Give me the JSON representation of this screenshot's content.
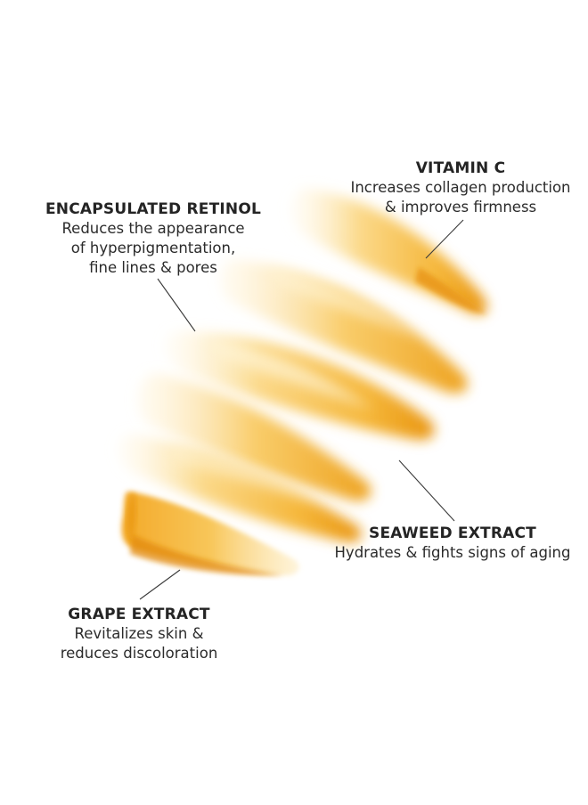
{
  "colors": {
    "cream_light": "#fde7b2",
    "cream_mid": "#f9cd6b",
    "cream_deep": "#f0a21c",
    "cream_edge": "#e08a0c",
    "text": "#2b2b2b",
    "leader_line": "#3a3a3a"
  },
  "callouts": {
    "vitamin_c": {
      "title": "VITAMIN C",
      "line1": "Increases collagen production",
      "line2": "& improves firmness"
    },
    "retinol": {
      "title": "ENCAPSULATED RETINOL",
      "line1": "Reduces the appearance",
      "line2": "of hyperpigmentation,",
      "line3": "fine lines & pores"
    },
    "seaweed": {
      "title": "SEAWEED EXTRACT",
      "line1": "Hydrates & fights signs of aging"
    },
    "grape": {
      "title": "GRAPE EXTRACT",
      "line1": "Revitalizes skin &",
      "line2": "reduces discoloration"
    }
  }
}
